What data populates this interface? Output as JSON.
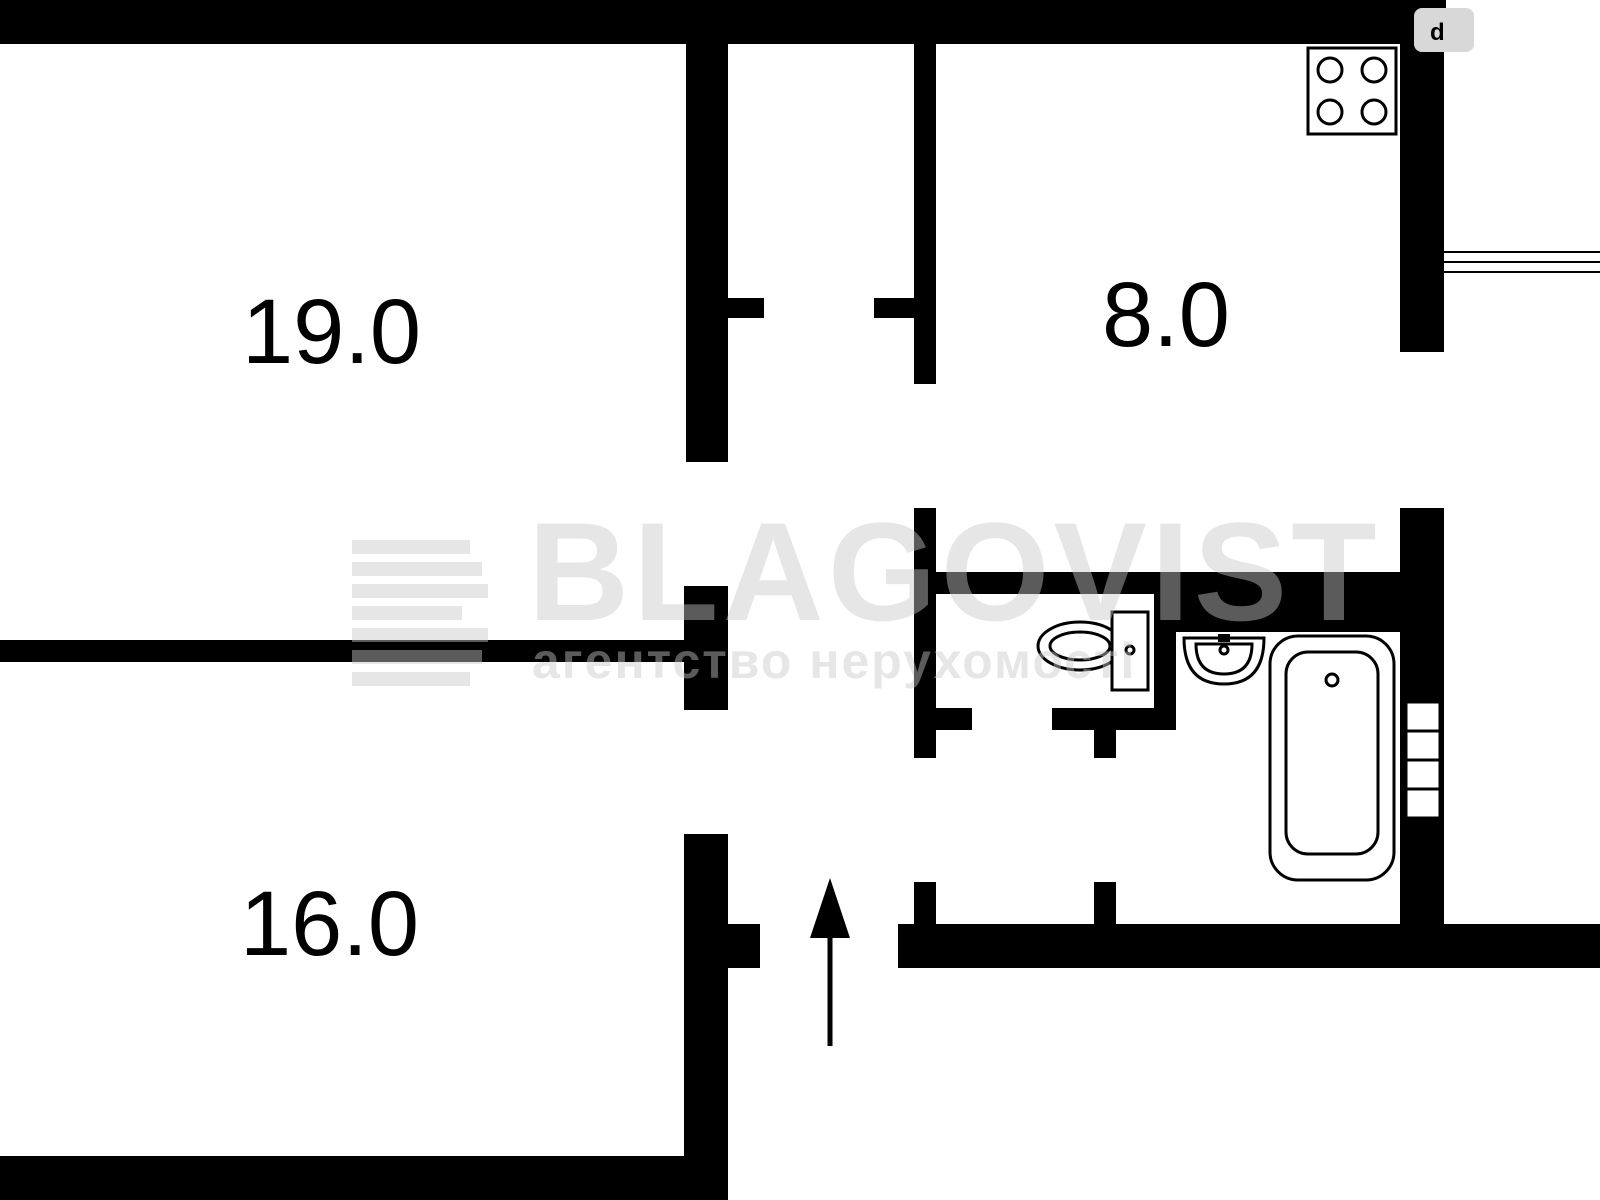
{
  "rooms": [
    {
      "id": "room-top-left",
      "area_label": "19.0"
    },
    {
      "id": "room-kitchen",
      "area_label": "8.0"
    },
    {
      "id": "room-bottom-left",
      "area_label": "16.0"
    }
  ],
  "fixtures": [
    "stove-icon",
    "toilet-icon",
    "sink-icon",
    "bathtub-icon",
    "entrance-arrow-icon",
    "window-icon"
  ],
  "watermark": {
    "name": "BLAGOVIST",
    "subtitle": "агентство нерухомості"
  },
  "corner_badge": {
    "text": "d"
  },
  "colors": {
    "wall": "#000000",
    "background": "#ffffff",
    "watermark": "#c9c9c9",
    "badge": "#d8d8d8"
  }
}
